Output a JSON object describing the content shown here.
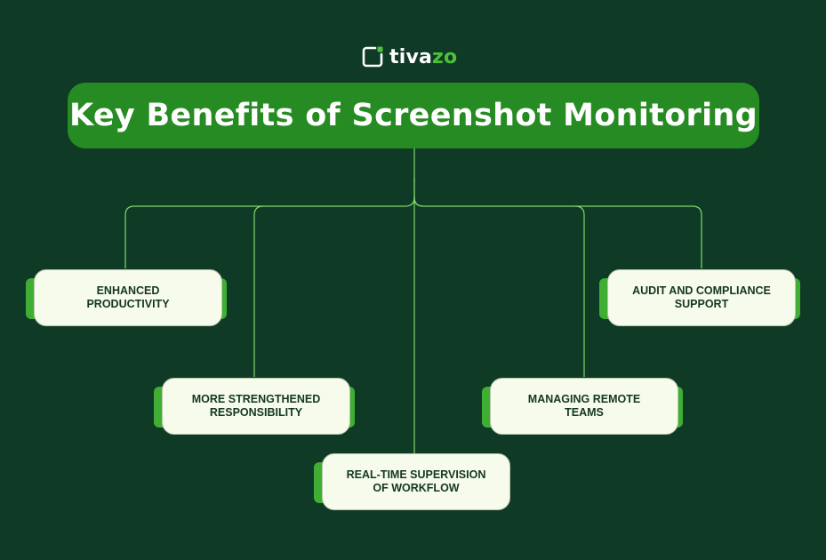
{
  "logo": {
    "text_main": "tiva",
    "text_accent": "zo",
    "icon": "tivazo-logo-icon"
  },
  "title": "Key Benefits of Screenshot Monitoring",
  "benefits": [
    {
      "label": "ENHANCED\nPRODUCTIVITY"
    },
    {
      "label": "MORE STRENGTHENED\nRESPONSIBILITY"
    },
    {
      "label": "REAL-TIME SUPERVISION\nOF WORKFLOW"
    },
    {
      "label": "MANAGING REMOTE\nTEAMS"
    },
    {
      "label": "AUDIT AND COMPLIANCE\nSUPPORT"
    }
  ],
  "colors": {
    "background": "#0f3a26",
    "title_pill": "#268b22",
    "connector": "#7fd86a",
    "card": "#f6fbec",
    "card_accent": "#3fae33",
    "card_text": "#14381f"
  }
}
